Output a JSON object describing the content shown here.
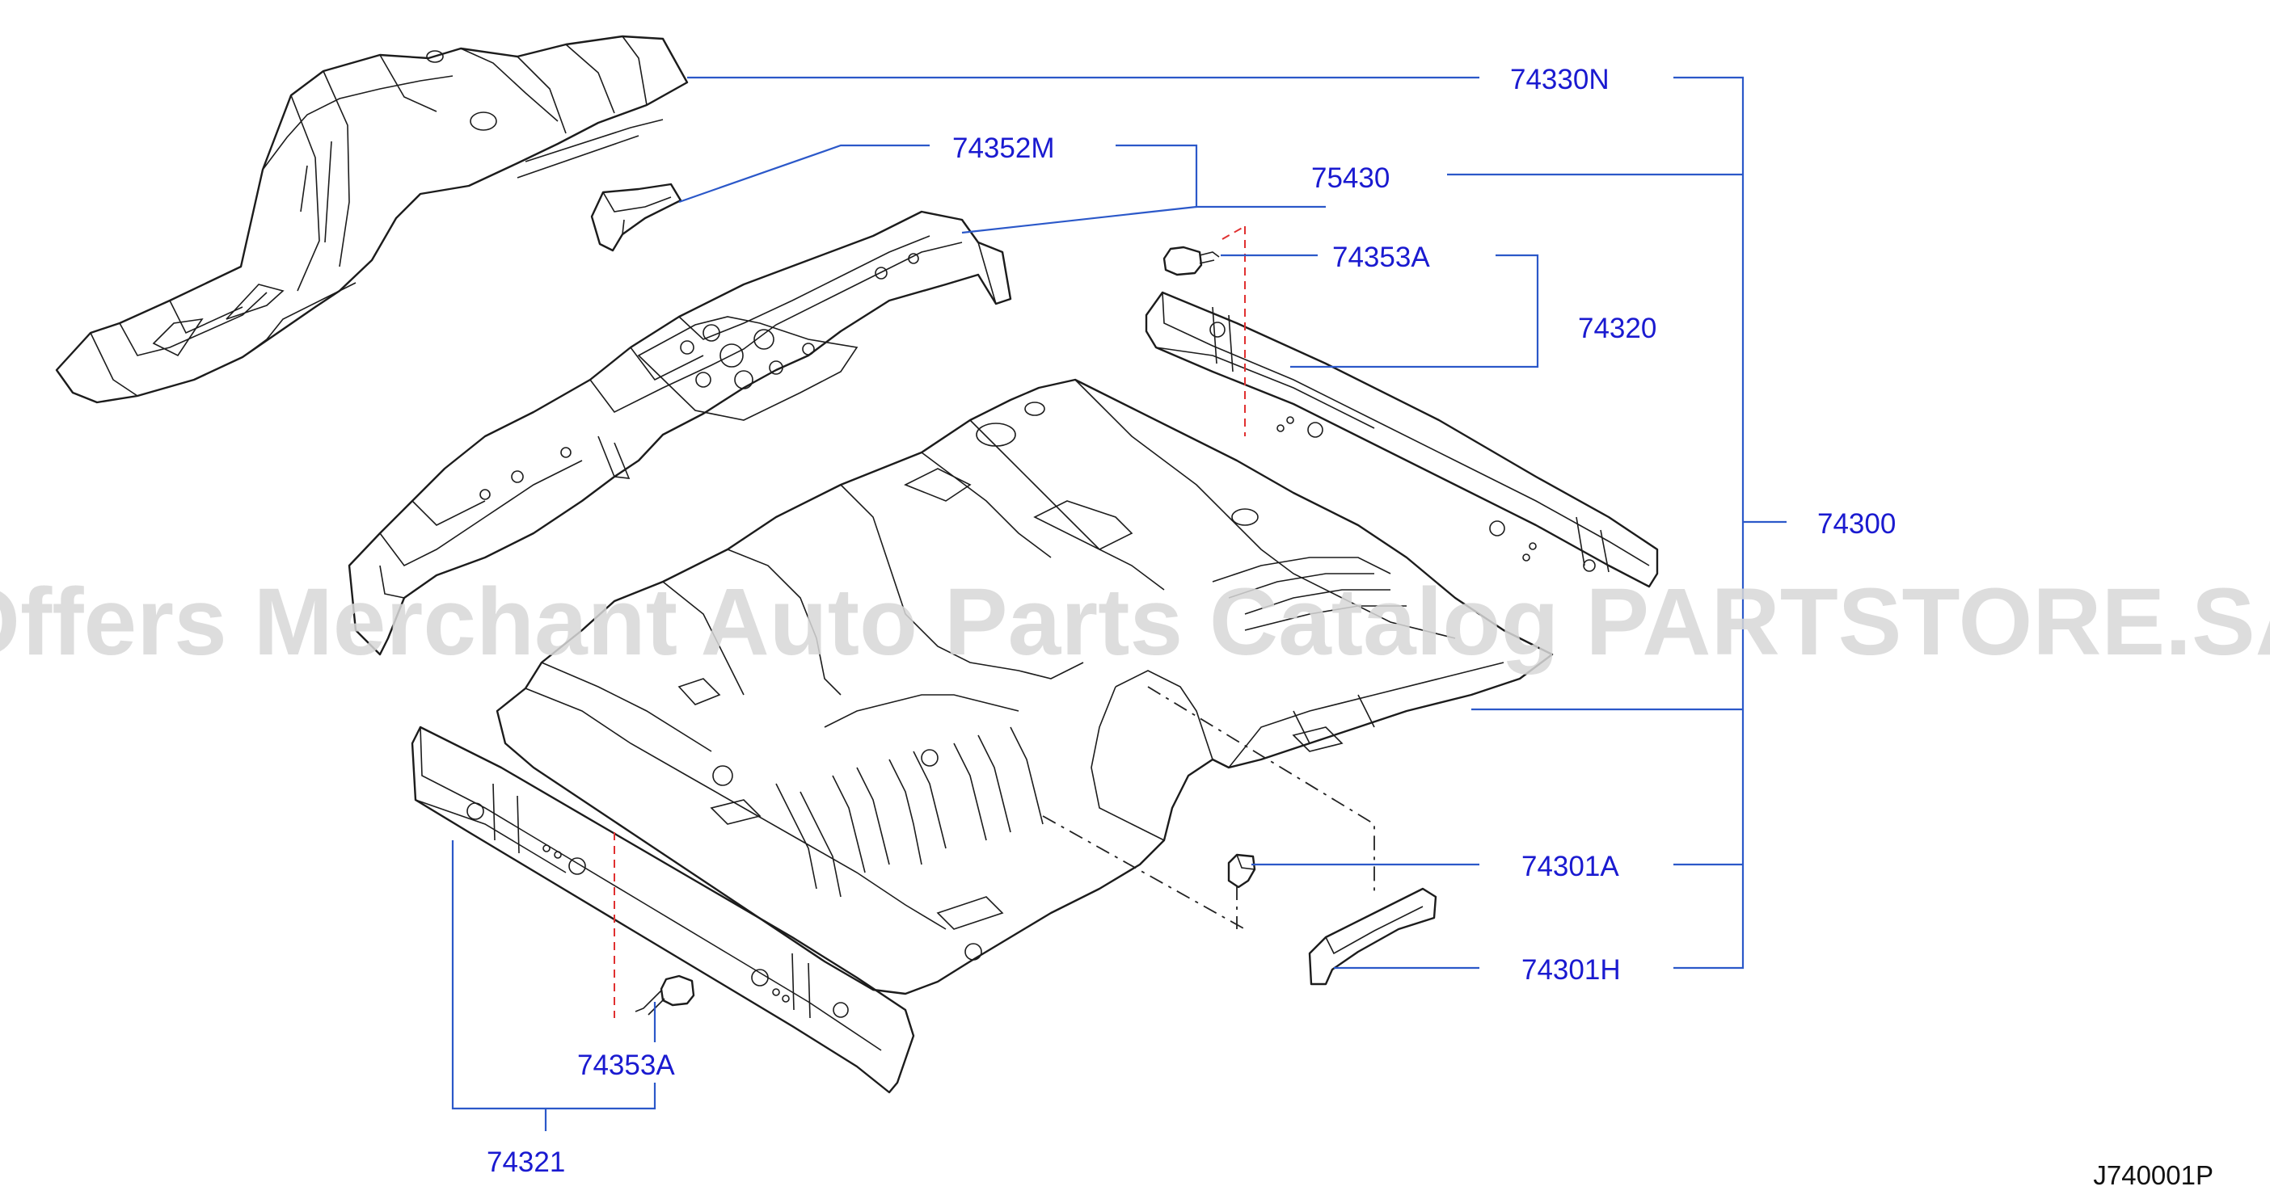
{
  "watermark": "Offers Merchant Auto Parts Catalog PARTSTORE.SA",
  "diagram_code": "J740001P",
  "labels": {
    "p74330N": "74330N",
    "p74352M": "74352M",
    "p75430": "75430",
    "p74353A_top": "74353A",
    "p74320": "74320",
    "p74300": "74300",
    "p74301A": "74301A",
    "p74301H": "74301H",
    "p74353A_bottom": "74353A",
    "p74321": "74321"
  },
  "colors": {
    "label": "#1a1ad0",
    "leader": "#2b58c9",
    "linework": "#1c1c1c",
    "alignment_dash": "#e03030",
    "watermark": "#d8d8d8"
  }
}
